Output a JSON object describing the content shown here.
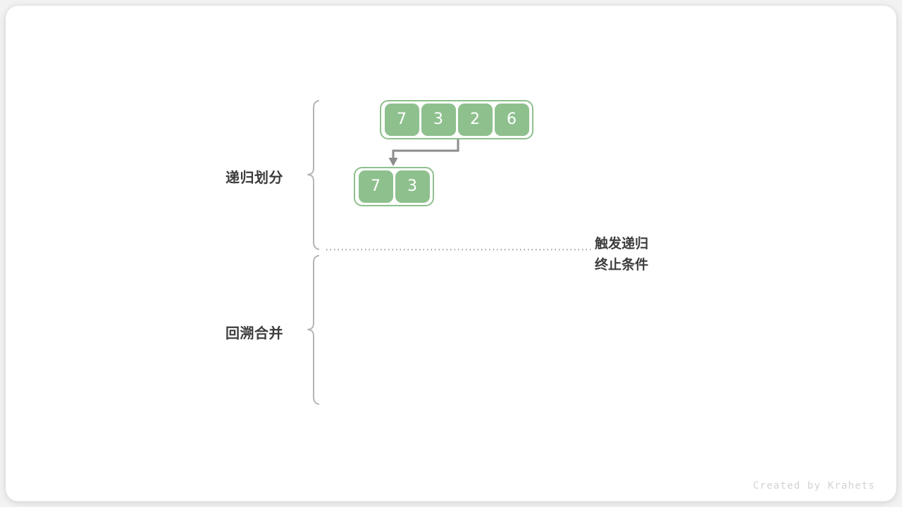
{
  "canvas": {
    "background_color": "#f2f2f2",
    "card_color": "#ffffff"
  },
  "palette": {
    "cell_fill": "#8ec08e",
    "cell_border": "#8ec08e",
    "cell_text": "#ffffff",
    "label_text": "#3c3c3c",
    "brace_color": "#b4b4b4",
    "arrow_color": "#8c8c8c",
    "dotted_color": "#9a9a9a",
    "credit_color": "#d2d2d2"
  },
  "phases": [
    {
      "id": "divide",
      "label": "递归划分"
    },
    {
      "id": "merge",
      "label": "回溯合并"
    }
  ],
  "arrays": [
    {
      "id": "array-top",
      "values": [
        "7",
        "3",
        "2",
        "6"
      ]
    },
    {
      "id": "array-sub",
      "values": [
        "7",
        "3"
      ]
    }
  ],
  "annotations": {
    "terminate_line1": "触发递归",
    "terminate_line2": "终止条件"
  },
  "credit": "Created by Krahets",
  "icons": {
    "split_arrow": "down-left-arrow-icon",
    "brace_upper": "curly-brace-icon",
    "brace_lower": "curly-brace-icon",
    "divider": "dotted-divider-icon"
  }
}
